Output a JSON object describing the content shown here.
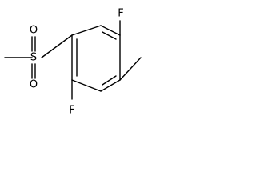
{
  "molecule": {
    "atoms": {
      "fluorine_top": "F",
      "fluorine_bottom": "F",
      "sulfur": "S",
      "oxygen_top": "O",
      "oxygen_bottom": "O"
    }
  }
}
